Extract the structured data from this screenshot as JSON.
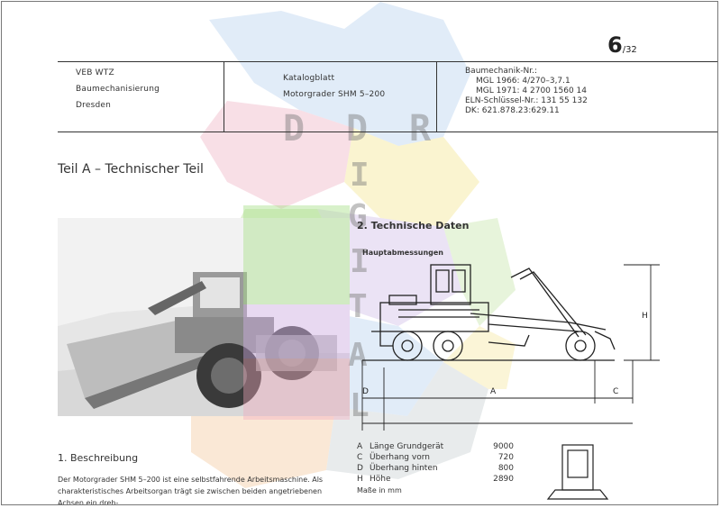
{
  "page": {
    "number": "6",
    "sub": "/32"
  },
  "header": {
    "left": [
      "VEB WTZ",
      "Baumechanisierung",
      "Dresden"
    ],
    "middle": [
      "Katalogblatt",
      "Motorgrader SHM 5–200"
    ],
    "right": [
      "Baumechanik-Nr.:",
      "MGL 1966: 4/270–3,7.1",
      "MGL 1971: 4 2700 1560 14",
      "ELN-Schlüssel-Nr.: 131 55 132",
      "DK: 621.878.23:629.11"
    ]
  },
  "watermark": {
    "horizontal": [
      "D",
      "D",
      "R"
    ],
    "vertical": [
      "D",
      "I",
      "G",
      "I",
      "T",
      "A",
      "L"
    ]
  },
  "section_a": "Teil A – Technischer Teil",
  "section_2": {
    "title": "2. Technische Daten",
    "subtitle": "Hauptabmessungen"
  },
  "drawing_labels": {
    "a": "A",
    "c": "C",
    "d": "D",
    "h": "H"
  },
  "dimensions": [
    {
      "key": "A",
      "label": "Länge Grundgerät",
      "value": "9000"
    },
    {
      "key": "C",
      "label": "Überhang vorn",
      "value": "720"
    },
    {
      "key": "D",
      "label": "Überhang hinten",
      "value": "800"
    },
    {
      "key": "H",
      "label": "Höhe",
      "value": "2890"
    }
  ],
  "units": "Maße in mm",
  "section_1": {
    "title": "1. Beschreibung",
    "text": "Der Motorgrader SHM 5–200 ist eine selbstfahrende Arbeitsmaschine. Als charakteristisches Arbeitsorgan trägt sie zwischen beiden angetriebenen Achsen ein dreh-"
  },
  "colors": {
    "map_pink": "#f4c9d6",
    "map_green": "#cfe9b8",
    "map_blue": "#c9dcf2",
    "map_yellow": "#f7ecb0",
    "map_purple": "#ddd0ee",
    "map_orange": "#f6d5b4",
    "map_grey": "#d9dde0"
  }
}
